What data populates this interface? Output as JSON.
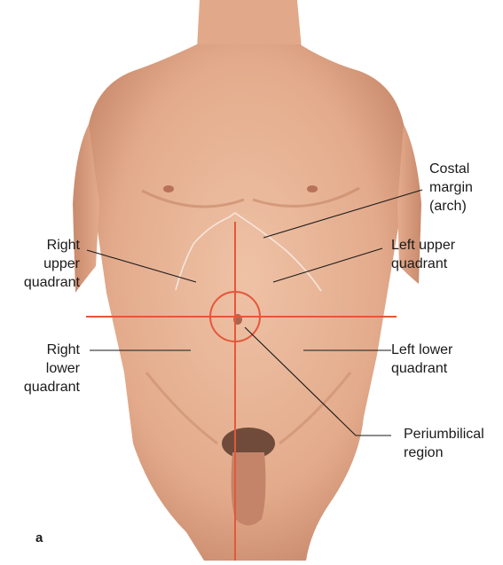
{
  "figure_letter": "a",
  "labels": {
    "costal_margin": [
      "Costal",
      "margin",
      "(arch)"
    ],
    "right_upper_quadrant": [
      "Right",
      "upper",
      "quadrant"
    ],
    "left_upper_quadrant": [
      "Left upper",
      "quadrant"
    ],
    "right_lower_quadrant": [
      "Right",
      "lower",
      "quadrant"
    ],
    "left_lower_quadrant": [
      "Left lower",
      "quadrant"
    ],
    "periumbilical_region": [
      "Periumbilical",
      "region"
    ]
  },
  "colors": {
    "skin": "#e9b496",
    "skin_shadow": "#c98a6c",
    "quadrant_lines": "#e4573a",
    "costal_outline": "#f6e6dc",
    "leader_lines": "#1a1a1a"
  }
}
